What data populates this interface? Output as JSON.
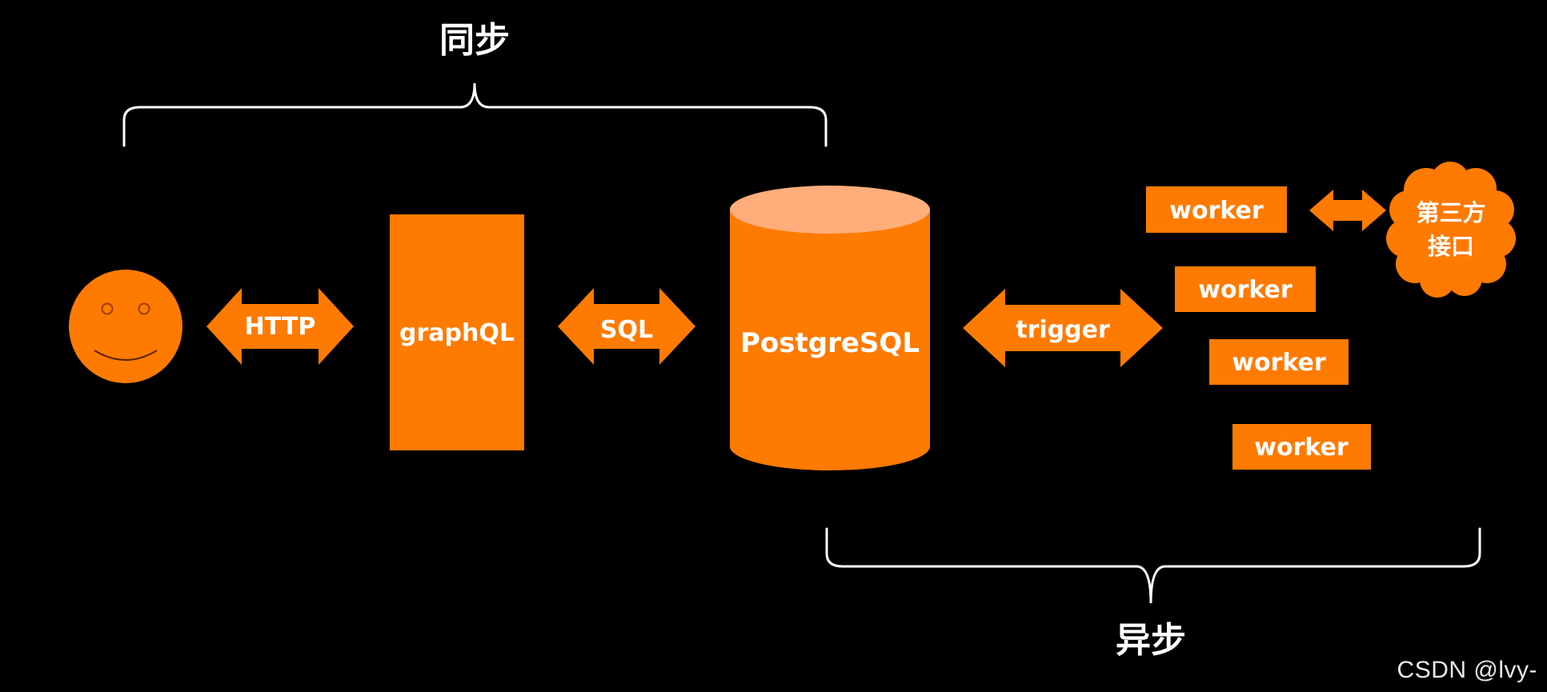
{
  "colors": {
    "background": "#000000",
    "accent": "#ff7a00",
    "cylinder_top": "#ffad7a",
    "text": "#ffffff",
    "watermark": "#e8e8e8"
  },
  "labels": {
    "sync": "同步",
    "async": "异步",
    "http": "HTTP",
    "graphql": "graphQL",
    "sql": "SQL",
    "postgresql": "PostgreSQL",
    "trigger": "trigger",
    "third_party_line1": "第三方",
    "third_party_line2": "接口"
  },
  "workers": [
    "worker",
    "worker",
    "worker",
    "worker"
  ],
  "icons": {
    "user": "smiley-face-icon",
    "database": "database-cylinder-icon",
    "cloud": "cloud-icon"
  },
  "watermark": "CSDN @lvy-"
}
